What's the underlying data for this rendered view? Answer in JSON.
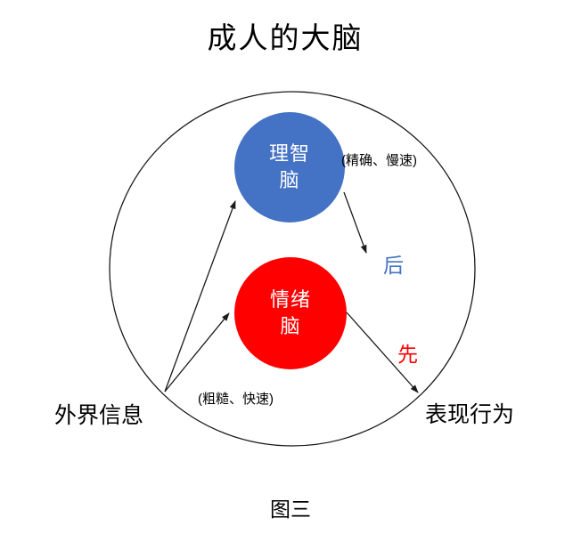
{
  "title": "成人的大脑",
  "caption": "图三",
  "colors": {
    "rational_blue": "#4472C4",
    "emotional_red": "#FF0000",
    "outline_black": "#1a1a1a",
    "order_later_blue": "#4472C4",
    "order_first_red": "#FF0000"
  },
  "nodes": {
    "rational": {
      "label": "理智脑",
      "note": "(精确、慢速)",
      "order_label": "后",
      "color": "#4472C4"
    },
    "emotional": {
      "label": "情绪脑",
      "note": "(粗糙、快速)",
      "order_label": "先",
      "color": "#FF0000"
    }
  },
  "labels": {
    "input": "外界信息",
    "output": "表现行为"
  }
}
